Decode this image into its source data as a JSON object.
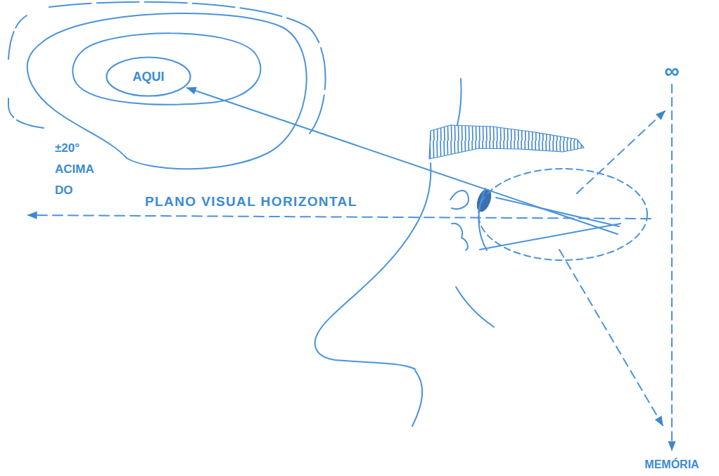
{
  "diagram": {
    "nodes": [
      {
        "text": [
          "AQUI"
        ]
      }
    ],
    "labels": [
      "±20° ACIMA DO",
      "PLANO VISUAL HORIZONTAL",
      "∞",
      "MEMÓRIA"
    ]
  }
}
